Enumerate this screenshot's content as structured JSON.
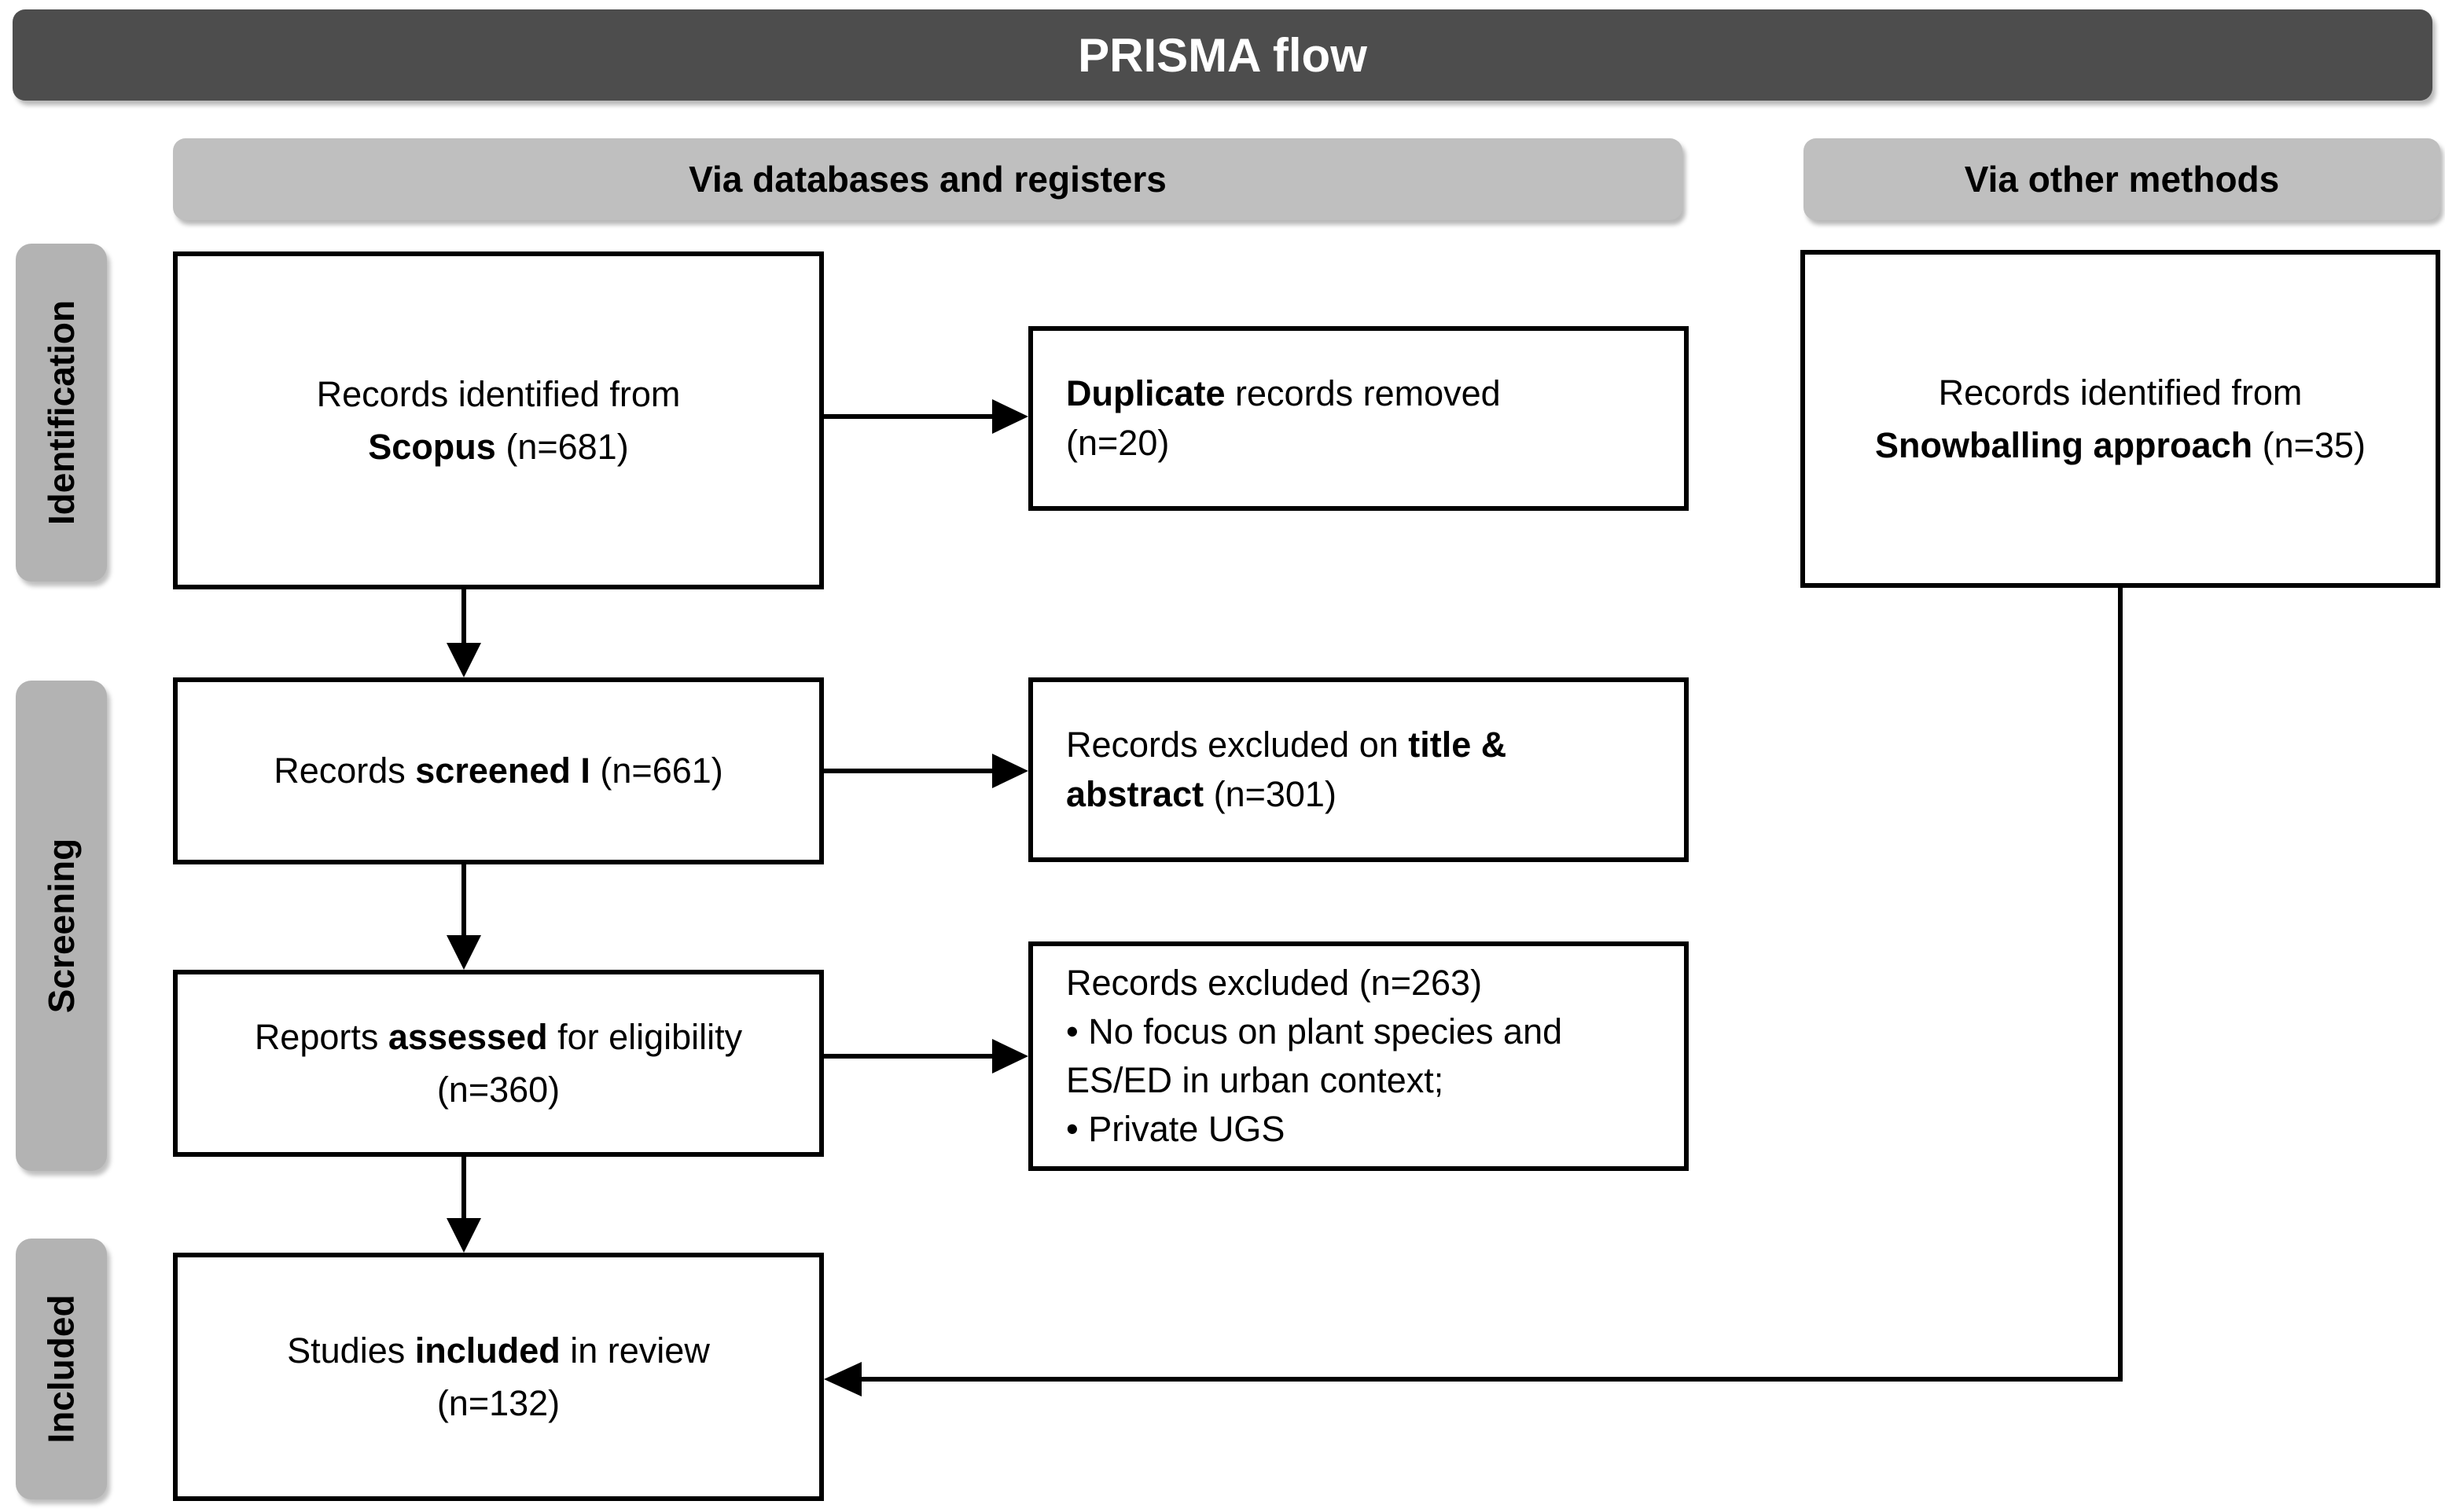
{
  "title": "PRISMA flow",
  "column_headers": {
    "databases": "Via databases and registers",
    "other_methods": "Via other methods"
  },
  "stage_labels": {
    "identification": "Identification",
    "screening": "Screening",
    "included": "Included"
  },
  "boxes": {
    "records_identified_scopus": {
      "line1": "Records identified from",
      "source_bold": "Scopus",
      "count": " (n=681)"
    },
    "duplicates_removed": {
      "lead_bold": "Duplicate",
      "rest": " records removed",
      "count": "(n=20)"
    },
    "records_identified_snowballing": {
      "line1": "Records identified from",
      "source_bold": "Snowballing approach",
      "count": " (n=35)"
    },
    "records_screened": {
      "pre": "Records ",
      "bold": "screened I",
      "count": " (n=661)"
    },
    "records_excluded_title_abstract": {
      "pre": "Records excluded on ",
      "bold": "title & abstract",
      "count": " (n=301)"
    },
    "reports_assessed": {
      "pre": "Reports ",
      "bold": "assessed",
      "post": " for eligibility",
      "count": "(n=360)"
    },
    "records_excluded_fulltext": {
      "line1": "Records excluded (n=263)",
      "bullet1": "• No focus on plant species and ES/ED in urban context;",
      "bullet2": "• Private UGS"
    },
    "studies_included": {
      "pre": "Studies ",
      "bold": "included",
      "post": " in review",
      "count": "(n=132)"
    }
  },
  "colors": {
    "title_bar_bg": "#4d4d4d",
    "title_text": "#ffffff",
    "header_bg": "#bfbfbf",
    "stage_label_bg": "#b3b3b3",
    "box_border": "#000000",
    "box_bg": "#ffffff",
    "arrow": "#000000"
  }
}
